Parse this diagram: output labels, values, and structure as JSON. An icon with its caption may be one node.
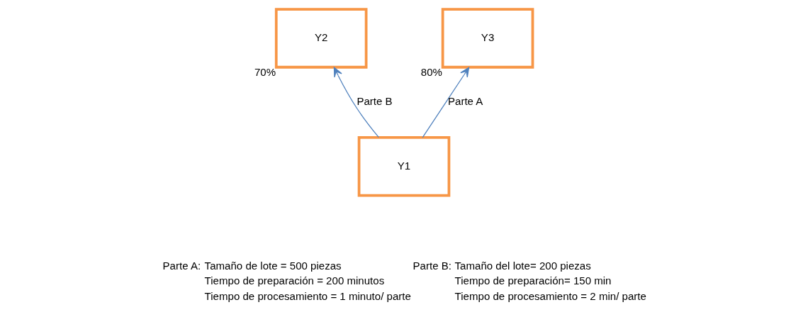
{
  "diagram": {
    "nodes": [
      {
        "text": [
          "Y2"
        ],
        "beside": [
          "70%"
        ]
      },
      {
        "text": [
          "Y3"
        ],
        "beside": [
          "80%"
        ]
      },
      {
        "text": [
          "Y1"
        ]
      }
    ],
    "edges": [
      {
        "from": 2,
        "to": 0,
        "arrow": "to",
        "label": "Parte B"
      },
      {
        "from": 2,
        "to": 1,
        "arrow": "to",
        "label": "Parte A"
      }
    ],
    "labels": [
      "Parte A:",
      "Tamaño de lote = 500 piezas",
      "Parte B:",
      "Tamaño del lote= 200 piezas",
      "Tiempo de preparación = 200 minutos",
      "Tiempo de preparación= 150 min",
      "Tiempo de procesamiento = 1 minuto/ parte",
      "Tiempo de procesamiento = 2 min/ parte"
    ]
  }
}
